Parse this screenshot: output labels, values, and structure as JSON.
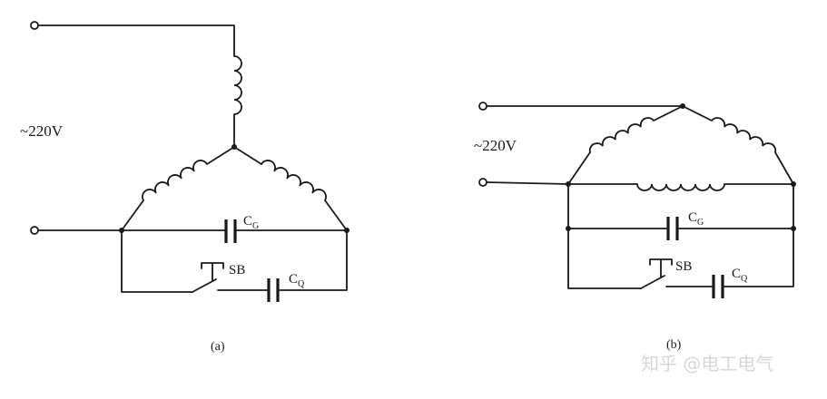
{
  "diagram_a": {
    "voltage_label": "~220V",
    "cap_label_main": "C",
    "cap_label_main_sub": "G",
    "switch_label": "SB",
    "cap_label_start": "C",
    "cap_label_start_sub": "Q",
    "caption": "(a)"
  },
  "diagram_b": {
    "voltage_label": "~220V",
    "cap_label_main": "C",
    "cap_label_main_sub": "G",
    "switch_label": "SB",
    "cap_label_start": "C",
    "cap_label_start_sub": "Q",
    "caption": "(b)"
  },
  "watermark": "知乎 @电工电气"
}
